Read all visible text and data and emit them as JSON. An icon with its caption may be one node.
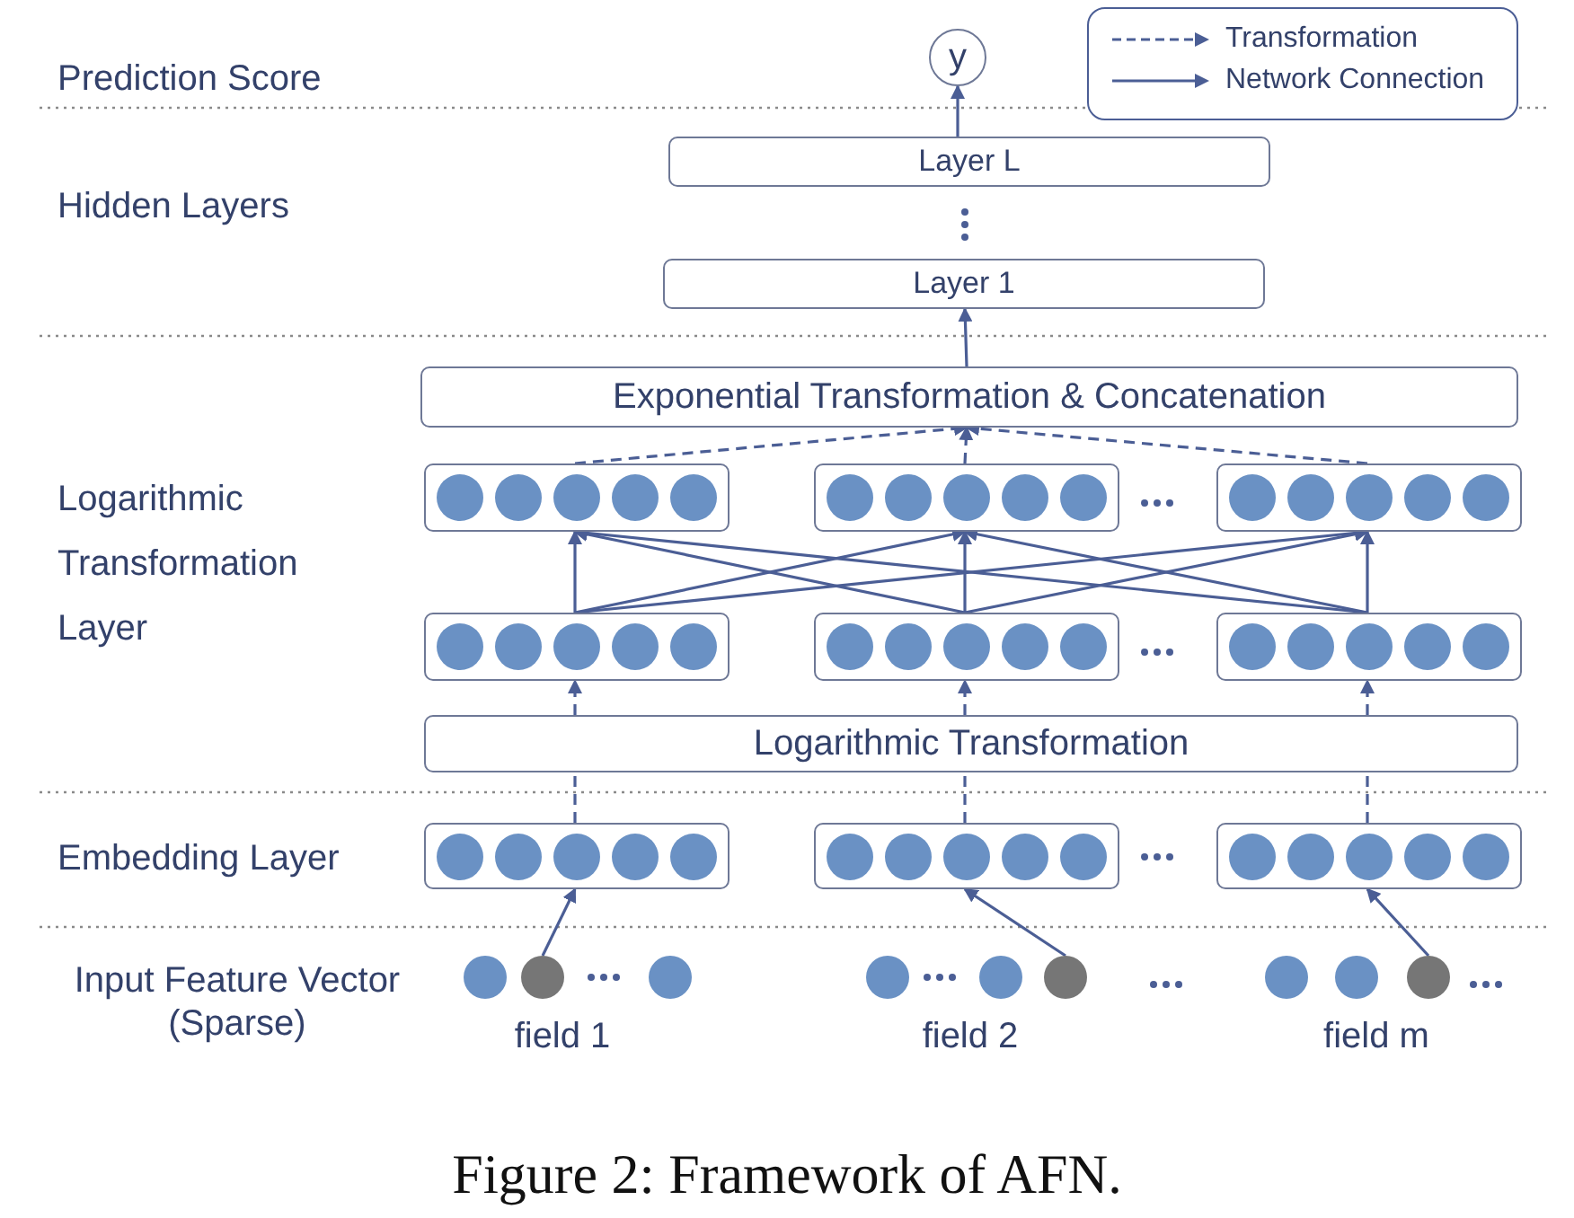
{
  "diagram": {
    "caption": "Figure 2: Framework of AFN.",
    "nodes": [
      {
        "text": [
          "y"
        ]
      },
      {
        "text": [
          "Layer L"
        ]
      },
      {
        "text": [
          "Layer 1"
        ]
      },
      {
        "text": [
          "Exponential Transformation & Concatenation"
        ]
      },
      {
        "text": [],
        "shape": "box"
      },
      {
        "text": [],
        "shape": "box"
      },
      {
        "text": [],
        "shape": "box"
      },
      {
        "text": [],
        "shape": "box"
      },
      {
        "text": [],
        "shape": "box"
      },
      {
        "text": [],
        "shape": "box"
      },
      {
        "text": [
          "Logarithmic Transformation"
        ]
      },
      {
        "text": [],
        "shape": "box"
      },
      {
        "text": [],
        "shape": "box"
      },
      {
        "text": [],
        "shape": "box"
      },
      {
        "text": [],
        "shape": "circle"
      },
      {
        "text": [],
        "shape": "circle"
      },
      {
        "text": [],
        "shape": "circle"
      }
    ],
    "edges": [
      {
        "from": 1,
        "to": 0,
        "arrow": "to"
      },
      {
        "from": 3,
        "to": 2,
        "arrow": "to"
      },
      {
        "from": 4,
        "to": 3,
        "arrow": "to",
        "style": "dashed"
      },
      {
        "from": 5,
        "to": 3,
        "arrow": "to",
        "style": "dashed"
      },
      {
        "from": 6,
        "to": 3,
        "arrow": "to",
        "style": "dashed"
      },
      {
        "from": 7,
        "to": 4,
        "arrow": "to"
      },
      {
        "from": 7,
        "to": 5,
        "arrow": "to"
      },
      {
        "from": 7,
        "to": 6,
        "arrow": "to"
      },
      {
        "from": 8,
        "to": 4,
        "arrow": "to"
      },
      {
        "from": 8,
        "to": 5,
        "arrow": "to"
      },
      {
        "from": 8,
        "to": 6,
        "arrow": "to"
      },
      {
        "from": 9,
        "to": 4,
        "arrow": "to"
      },
      {
        "from": 9,
        "to": 5,
        "arrow": "to"
      },
      {
        "from": 9,
        "to": 6,
        "arrow": "to"
      },
      {
        "from": 10,
        "to": 7,
        "arrow": "to",
        "style": "dashed"
      },
      {
        "from": 10,
        "to": 8,
        "arrow": "to",
        "style": "dashed"
      },
      {
        "from": 10,
        "to": 9,
        "arrow": "to",
        "style": "dashed"
      },
      {
        "from": 11,
        "to": 10,
        "arrow": "none",
        "style": "dashed"
      },
      {
        "from": 12,
        "to": 10,
        "arrow": "none",
        "style": "dashed"
      },
      {
        "from": 13,
        "to": 10,
        "arrow": "none",
        "style": "dashed"
      },
      {
        "from": 14,
        "to": 11,
        "arrow": "to"
      },
      {
        "from": 15,
        "to": 12,
        "arrow": "to"
      },
      {
        "from": 16,
        "to": 13,
        "arrow": "to"
      }
    ],
    "labels": [
      "Prediction Score",
      "Hidden Layers",
      "Logarithmic Transformation Layer",
      "Embedding Layer",
      "Input Feature Vector (Sparse)",
      "field 1",
      "field 2",
      "field m"
    ],
    "legend": [
      {
        "text": "Transformation"
      },
      {
        "text": "Network Connection"
      }
    ]
  }
}
